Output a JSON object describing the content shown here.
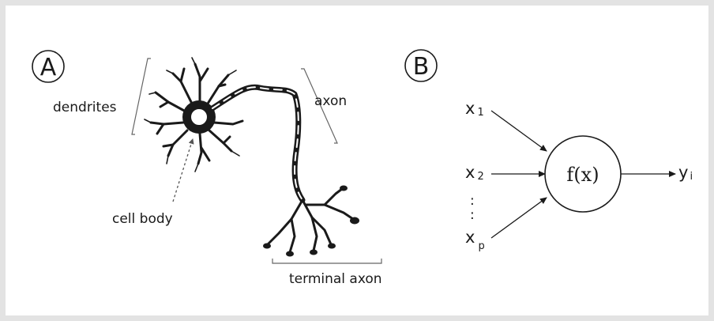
{
  "panel_a": {
    "letter": "A",
    "labels": {
      "dendrites": "dendrites",
      "axon": "axon",
      "cell_body": "cell body",
      "terminal_axon": "terminal axon"
    }
  },
  "panel_b": {
    "letter": "B",
    "inputs": [
      {
        "base": "x",
        "sub": "1"
      },
      {
        "base": "x",
        "sub": "2"
      },
      {
        "base": "x",
        "sub": "p"
      }
    ],
    "ellipsis": ":",
    "function": "f(x)",
    "output": {
      "base": "y",
      "sub": "i"
    }
  },
  "colors": {
    "border": "#e3e3e3",
    "ink": "#1a1a1a",
    "background": "#ffffff"
  }
}
